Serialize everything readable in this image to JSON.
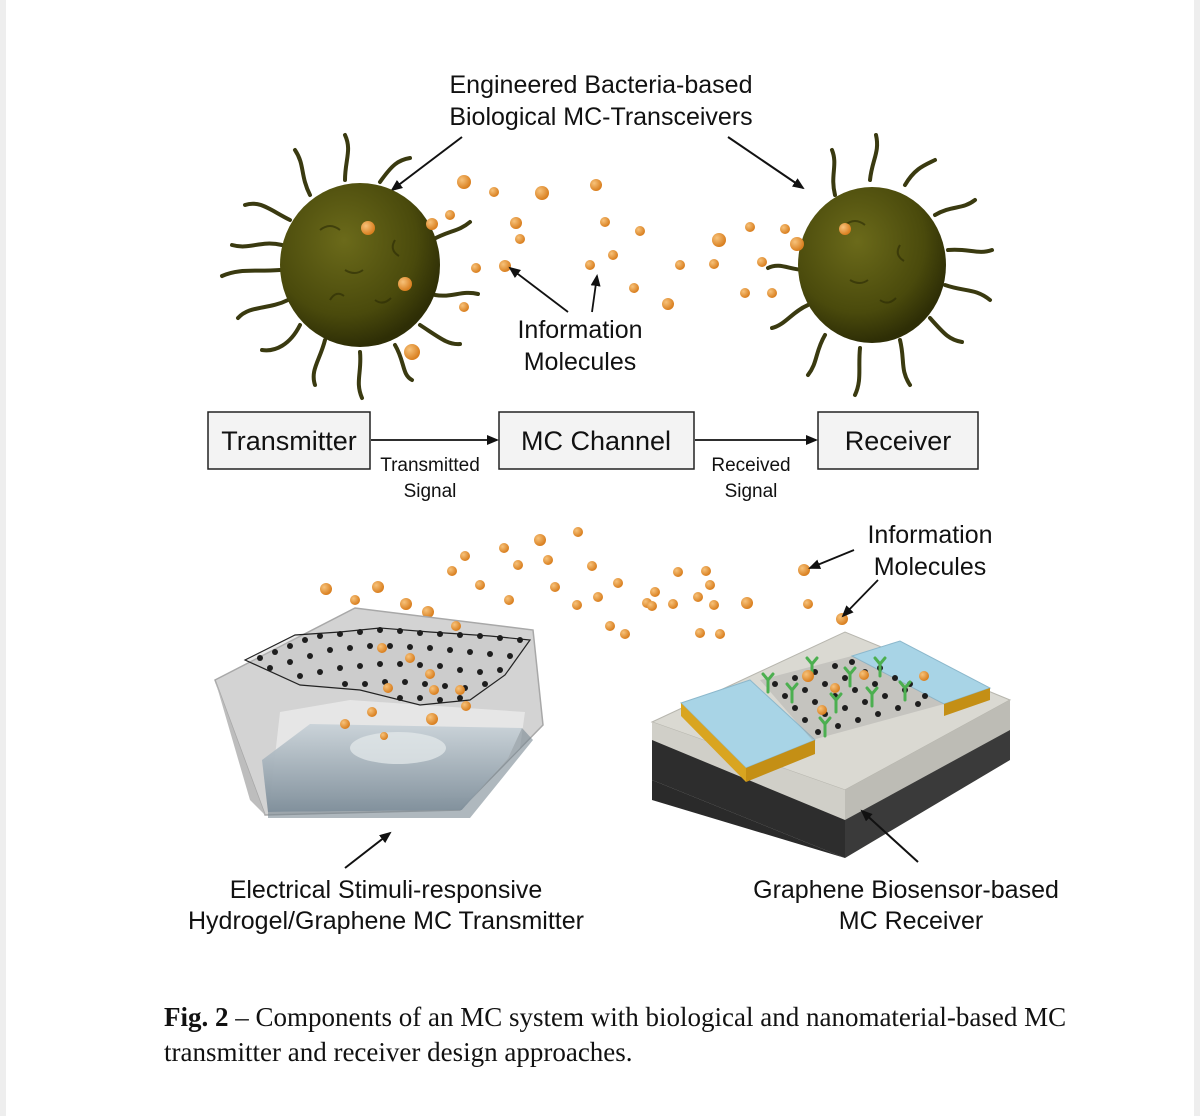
{
  "labels": {
    "bacteria_title_1": "Engineered Bacteria-based",
    "bacteria_title_2": "Biological MC-Transceivers",
    "info_top_1": "Information",
    "info_top_2": "Molecules",
    "info_bottom_1": "Information",
    "info_bottom_2": "Molecules",
    "transmitter_label_1": "Electrical Stimuli-responsive",
    "transmitter_label_2": "Hydrogel/Graphene MC Transmitter",
    "receiver_label_1": "Graphene Biosensor-based",
    "receiver_label_2": "MC Receiver"
  },
  "flow": {
    "transmitter": "Transmitter",
    "channel": "MC Channel",
    "receiver": "Receiver",
    "transmitted_1": "Transmitted",
    "transmitted_2": "Signal",
    "received_1": "Received",
    "received_2": "Signal"
  },
  "caption": {
    "prefix": "Fig. 2",
    "text": " – Components of an MC system with biological and nanomaterial-based MC transmitter and receiver design approaches."
  },
  "colors": {
    "molecule": "#e8942f",
    "bacteria": "#4a4a0c",
    "hydrogel": "#8a9aa6",
    "electrode": "#a8d4e6",
    "gold": "#d9a520",
    "substrate": "#d9d9d4"
  }
}
